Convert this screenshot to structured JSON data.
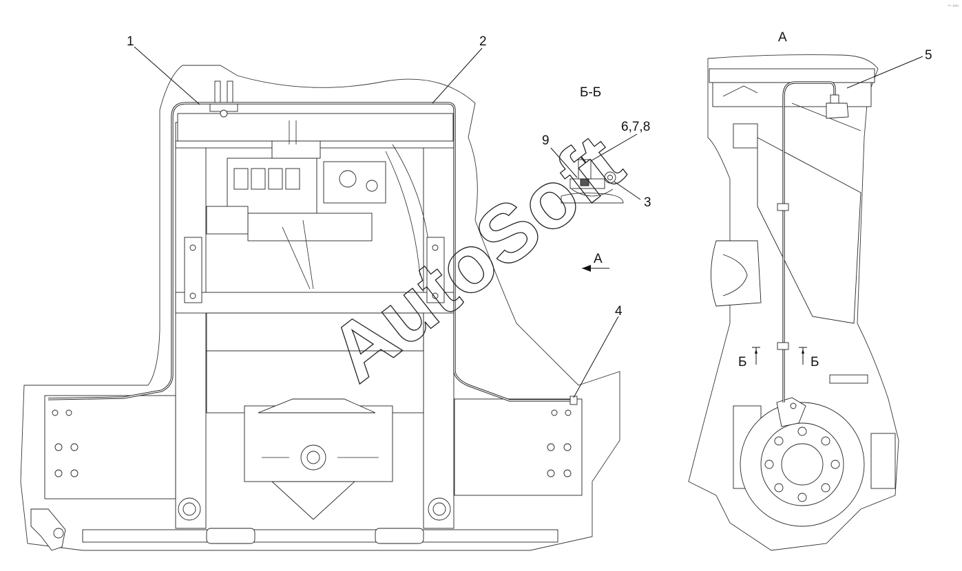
{
  "callouts": {
    "c1": "1",
    "c2": "2",
    "c3": "3",
    "c4": "4",
    "c5": "5",
    "c678": "6,7,8",
    "c9": "9"
  },
  "views": {
    "section_bb": "Б-Б",
    "view_a_title": "А",
    "view_a_arrow": "А",
    "section_mark_left": "Б",
    "section_mark_right": "Б"
  },
  "watermark": "AutoSoft",
  "corner_logo": "°° ⁰⁰⁰"
}
